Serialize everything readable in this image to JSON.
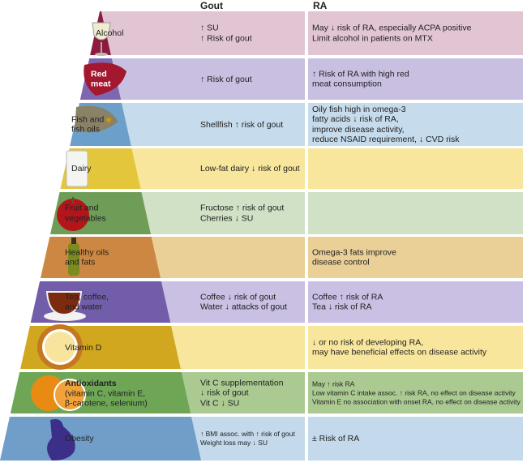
{
  "headers": {
    "gout": "Gout",
    "ra": "RA"
  },
  "rows": [
    {
      "id": "alcohol",
      "label": "Alcohol",
      "gout": "↑ SU\n↑ Risk of gout",
      "ra": "May ↓ risk of RA, especially ACPA positive\nLimit alcohol in patients on MTX",
      "dark": "#8d1b3f",
      "light": "#e2c5d3",
      "icon": "wine-glass-icon"
    },
    {
      "id": "red-meat",
      "label": "Red\nmeat",
      "gout": "↑ Risk of gout",
      "ra": "↑ Risk of RA with high red\n   meat consumption",
      "dark": "#7f67b0",
      "light": "#c8bfe1",
      "icon": "steak-icon"
    },
    {
      "id": "fish",
      "label": "Fish and\nfish oils",
      "gout": "Shellfish ↑ risk of gout",
      "ra": "Oily fish high in omega-3\nfatty acids ↓ risk of RA,\nimprove disease activity,\nreduce NSAID requirement, ↓ CVD risk",
      "dark": "#6d9fcb",
      "light": "#c6dbeb",
      "icon": "fish-icon"
    },
    {
      "id": "dairy",
      "label": "Dairy",
      "gout": "Low-fat dairy ↓ risk of gout",
      "ra": "",
      "dark": "#e4c63d",
      "light": "#f7e69c",
      "icon": "milk-glass-icon"
    },
    {
      "id": "fruit",
      "label": "Fruit and\nvegetables",
      "gout": "Fructose ↑ risk of gout\nCherries ↓ SU",
      "ra": "",
      "dark": "#6f9c57",
      "light": "#d0e1c6",
      "icon": "apple-icon"
    },
    {
      "id": "oils",
      "label": "Healthy oils\nand fats",
      "gout": "",
      "ra": "Omega-3 fats improve\ndisease control",
      "dark": "#cc8842",
      "light": "#eacf97",
      "icon": "oil-bottle-icon"
    },
    {
      "id": "tea",
      "label": "Tea, coffee,\nand water",
      "gout": "Coffee ↓ risk of gout\nWater ↓ attacks of gout",
      "ra": "Coffee ↑ risk of RA\nTea ↓ risk of RA",
      "dark": "#715daa",
      "light": "#c9c0e3",
      "icon": "teacup-icon"
    },
    {
      "id": "vitamin-d",
      "label": "Vitamin D",
      "gout": "",
      "ra": "↓ or no risk of developing RA,\n   may have beneficial effects on disease activity",
      "dark": "#d1a720",
      "light": "#f8e69d",
      "icon": "sun-icon"
    },
    {
      "id": "antioxidants",
      "label": "Antioxidants",
      "label2": "(vitamin C, vitamin E,\nβ-carotene, selenium)",
      "gout": "Vit C supplementation\n↓ risk of gout\nVit C ↓ SU",
      "ra": "May ↑ risk RA\nLow vitamin C intake assoc. ↑ risk RA, no effect on disease activity\nVitamin E no association with onset RA, no effect on disease activity",
      "dark": "#6ea656",
      "light": "#abca92",
      "icon": "orange-icon"
    },
    {
      "id": "obesity",
      "label": "Obesity",
      "gout": "↑ BMI assoc. with ↑ risk of gout\nWeight loss may ↓ SU",
      "ra": "± Risk of RA",
      "dark": "#709ec9",
      "light": "#c4d9eb",
      "icon": "obese-person-icon"
    }
  ]
}
